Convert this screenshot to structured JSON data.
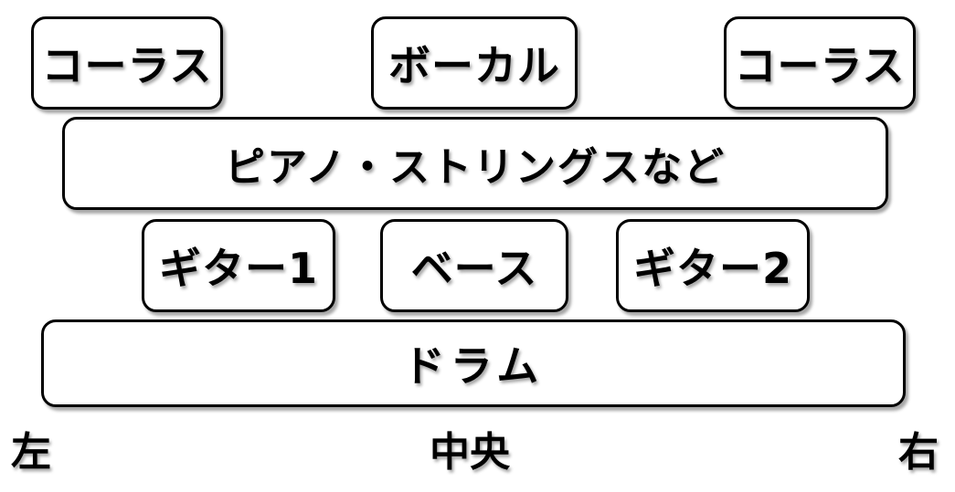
{
  "diagram": {
    "rows": {
      "top": {
        "chorus_left": "コーラス",
        "vocal": "ボーカル",
        "chorus_right": "コーラス"
      },
      "second": {
        "piano_strings": "ピアノ・ストリングスなど"
      },
      "third": {
        "guitar1": "ギター1",
        "bass": "ベース",
        "guitar2": "ギター2"
      },
      "bottom": {
        "drums": "ドラム"
      }
    },
    "axis": {
      "left": "左",
      "center": "中央",
      "right": "右"
    }
  }
}
